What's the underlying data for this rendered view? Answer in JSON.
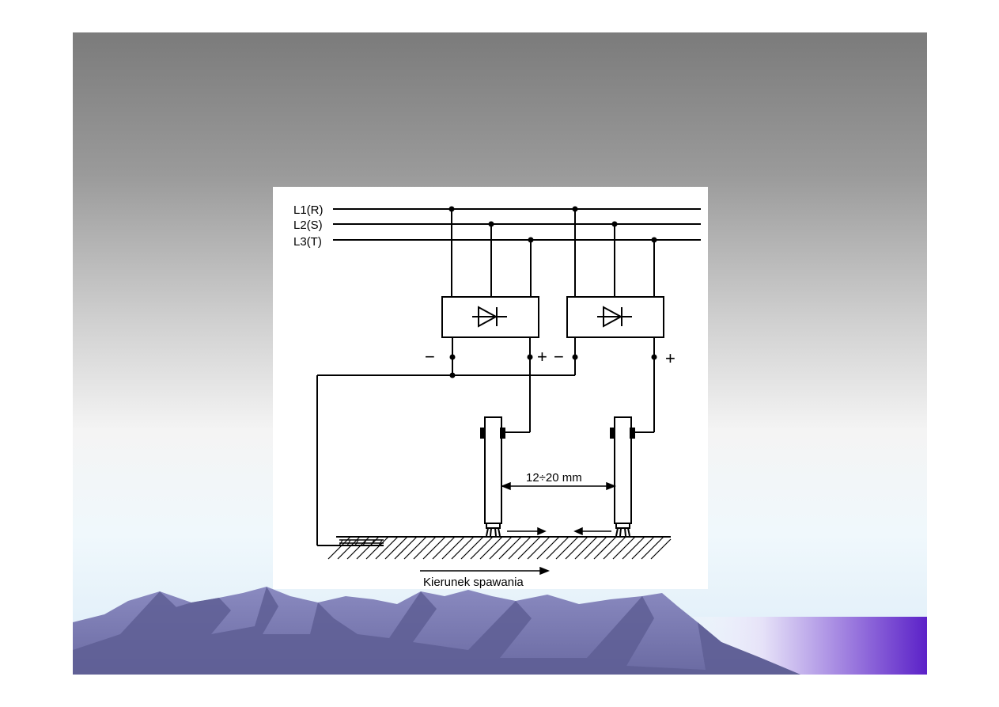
{
  "diagram": {
    "phases": [
      "L1(R)",
      "L2(S)",
      "L3(T)"
    ],
    "polarity": {
      "minus": "−",
      "plus": "+"
    },
    "gap_label": "12÷20 mm",
    "direction_label": "Kierunek spawania"
  },
  "colors": {
    "slide_top": "#7b7b7b",
    "slide_bottom": "#dcecf8",
    "mountain_dark": "#5e5e94",
    "mountain_light": "#8a8ac0",
    "accent_purple": "#5b21c8"
  }
}
